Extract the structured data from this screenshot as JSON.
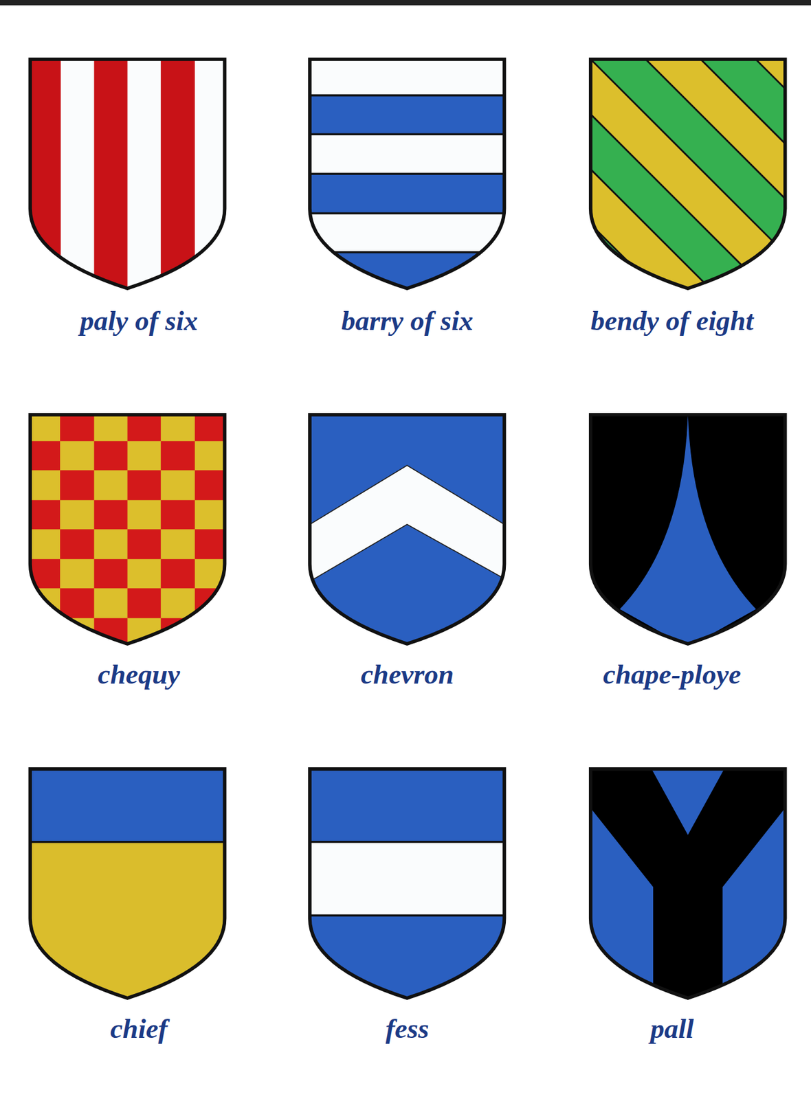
{
  "diagram": {
    "labels": [
      "paly of six",
      "barry of six",
      "bendy of eight",
      "chequy",
      "chevron",
      "chape-ploye",
      "chief",
      "fess",
      "pall"
    ]
  }
}
